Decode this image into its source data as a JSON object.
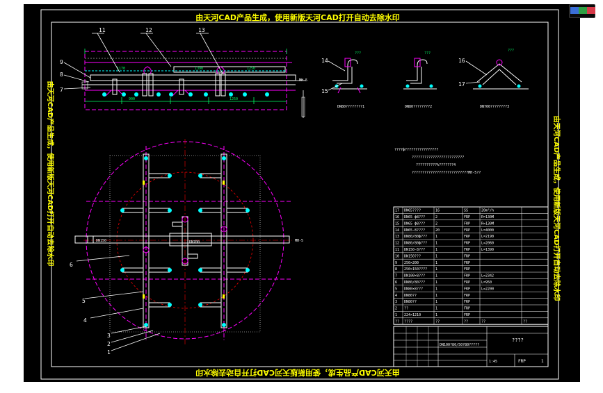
{
  "watermark": {
    "top": "由天河CAD产品生成，使用新版天河CAD打开自动去除水印",
    "bottom": "由天河CAD产品生成，使用新版天河CAD打开自动去除水印",
    "left": "由天河CAD产品生成，使用新版天河CAD打开自动去除水印",
    "right": "由天河CAD产品生成，使用新版天河CAD打开自动去除水印"
  },
  "top_view": {
    "callouts": [
      "11",
      "12",
      "13",
      "9",
      "8",
      "7"
    ],
    "right_label": "MH-5",
    "dims": [
      "1170",
      "1390",
      "1250",
      "900",
      "1250"
    ]
  },
  "details": [
    {
      "title": "DN80????????1",
      "callouts": [
        "14",
        "15"
      ]
    },
    {
      "title": "DN80????????2",
      "callouts": []
    },
    {
      "title": "DN700????????3",
      "callouts": [
        "16",
        "17"
      ]
    }
  ],
  "plan_view": {
    "callouts": [
      "6",
      "5",
      "4",
      "3",
      "2",
      "1"
    ],
    "inlet_label": "DN150",
    "center_label": "DN700",
    "right_label": "MH-5"
  },
  "notes": [
    "????ф????????????????",
    "?????????????????????????",
    "??????????%???????4",
    "???????????????????????????MH-5??"
  ],
  "bom_rows": [
    {
      "no": "17",
      "spec": "DN65????",
      "qty": "16",
      "mat": "SS",
      "note": "20m³/h"
    },
    {
      "no": "16",
      "spec": "DN65 ф8???",
      "qty": "2",
      "mat": "FRP",
      "note": "R=130M"
    },
    {
      "no": "15",
      "spec": "DN65 ф8???",
      "qty": "2",
      "mat": "FRP",
      "note": "R=130M"
    },
    {
      "no": "14",
      "spec": "DN65-8????",
      "qty": "20",
      "mat": "FRP",
      "note": "L=4000"
    },
    {
      "no": "13",
      "spec": "DN80/80ф???",
      "qty": "1",
      "mat": "FRP",
      "note": "L=2190"
    },
    {
      "no": "12",
      "spec": "DN80/80ф???",
      "qty": "1",
      "mat": "FRP",
      "note": "L=2060"
    },
    {
      "no": "11",
      "spec": "DN150-8???",
      "qty": "1",
      "mat": "FRP",
      "note": "L=1390"
    },
    {
      "no": "10",
      "spec": "DN150???",
      "qty": "1",
      "mat": "FRP",
      "note": ""
    },
    {
      "no": "9",
      "spec": "250×200",
      "qty": "1",
      "mat": "FRP",
      "note": ""
    },
    {
      "no": "8",
      "spec": "250×150????",
      "qty": "1",
      "mat": "FRP",
      "note": ""
    },
    {
      "no": "7",
      "spec": "DN100×8???",
      "qty": "1",
      "mat": "FRP",
      "note": "L=2342"
    },
    {
      "no": "6",
      "spec": "DN80/80???",
      "qty": "1",
      "mat": "FRP",
      "note": "L=950"
    },
    {
      "no": "5",
      "spec": "DN80×8???",
      "qty": "1",
      "mat": "FRP",
      "note": "L=2200"
    },
    {
      "no": "4",
      "spec": "DN80??",
      "qty": "1",
      "mat": "FRP",
      "note": ""
    },
    {
      "no": "3",
      "spec": "DN80??",
      "qty": "1",
      "mat": "FRP",
      "note": ""
    },
    {
      "no": "2",
      "spec": "??",
      "qty": "1",
      "mat": "FRP",
      "note": ""
    },
    {
      "no": "1",
      "spec": "224×1210",
      "qty": "1",
      "mat": "FRP",
      "note": ""
    }
  ],
  "bom_header": {
    "no": "??",
    "spec": "????",
    "qty": "??",
    "mat": "??",
    "note": "??",
    "extra": "??"
  },
  "title_block": {
    "drawing_title": "DN100?80/50?80?????",
    "right_title": "????",
    "material": "FRP",
    "sheet": "1:45",
    "page": "1"
  },
  "window_controls": {
    "colors": [
      "#3b6fd8",
      "#2ea043",
      "#d73a49"
    ]
  }
}
